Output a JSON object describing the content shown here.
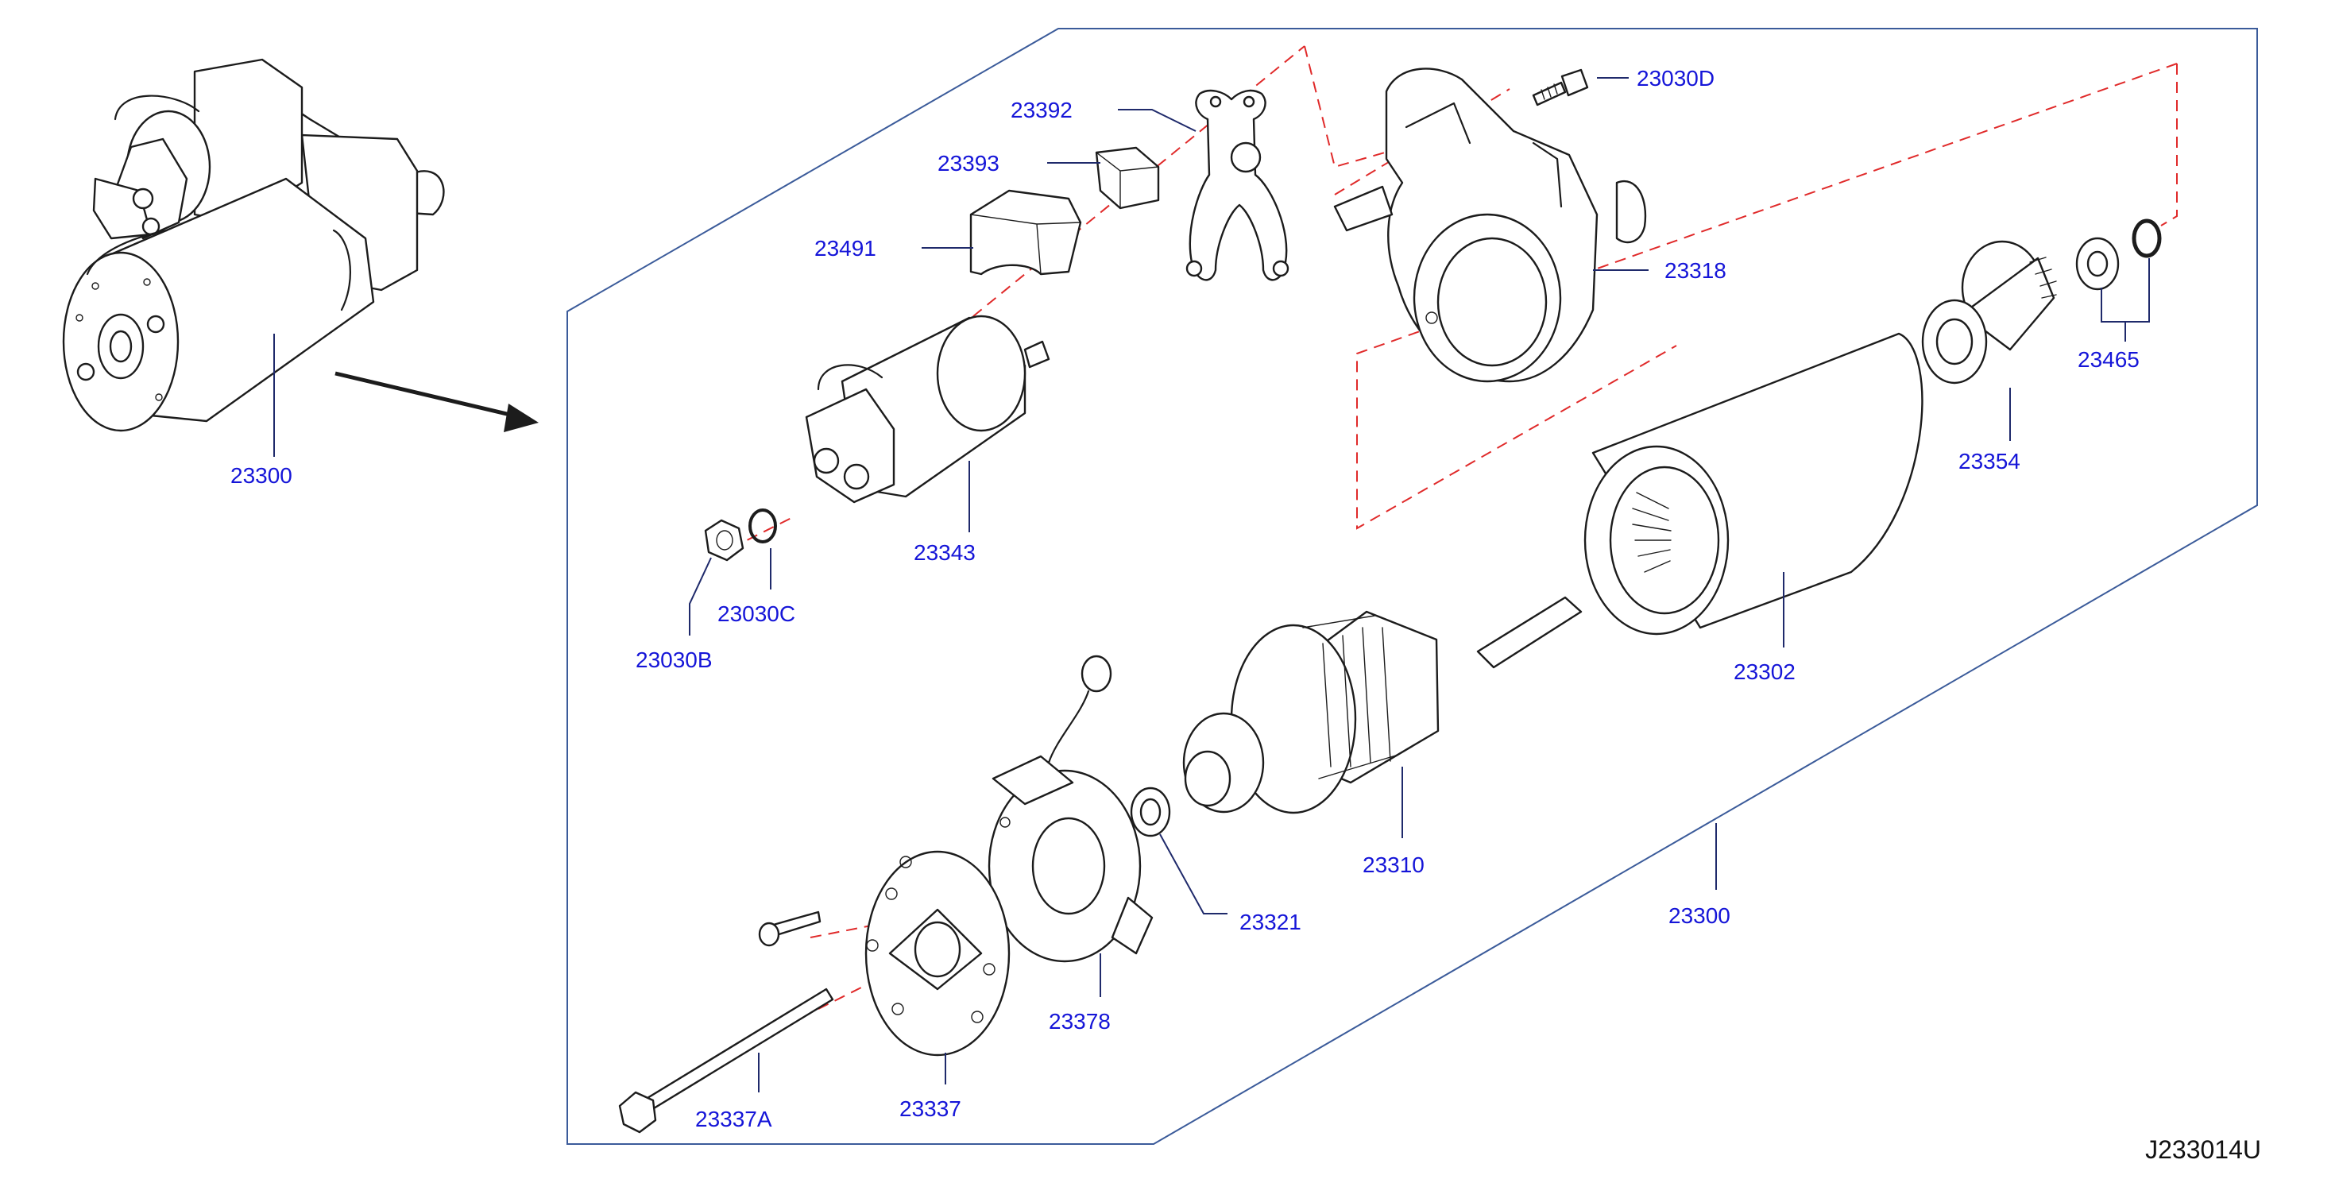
{
  "diagram": {
    "code": "J233014U",
    "colors": {
      "label_text": "#1515d8",
      "leader_line": "#1f2a6b",
      "frame_line": "#3b5b9a",
      "alignment_dash": "#e02a2a",
      "part_outline": "#1c1c1c"
    }
  },
  "parts": [
    {
      "id": "p23300a",
      "number": "23300"
    },
    {
      "id": "p23392",
      "number": "23392"
    },
    {
      "id": "p23393",
      "number": "23393"
    },
    {
      "id": "p23491",
      "number": "23491"
    },
    {
      "id": "p23030d",
      "number": "23030D"
    },
    {
      "id": "p23318",
      "number": "23318"
    },
    {
      "id": "p23465",
      "number": "23465"
    },
    {
      "id": "p23354",
      "number": "23354"
    },
    {
      "id": "p23343",
      "number": "23343"
    },
    {
      "id": "p23030c",
      "number": "23030C"
    },
    {
      "id": "p23030b",
      "number": "23030B"
    },
    {
      "id": "p23302",
      "number": "23302"
    },
    {
      "id": "p23310",
      "number": "23310"
    },
    {
      "id": "p23321",
      "number": "23321"
    },
    {
      "id": "p23300b",
      "number": "23300"
    },
    {
      "id": "p23378",
      "number": "23378"
    },
    {
      "id": "p23337",
      "number": "23337"
    },
    {
      "id": "p23337a",
      "number": "23337A"
    }
  ]
}
